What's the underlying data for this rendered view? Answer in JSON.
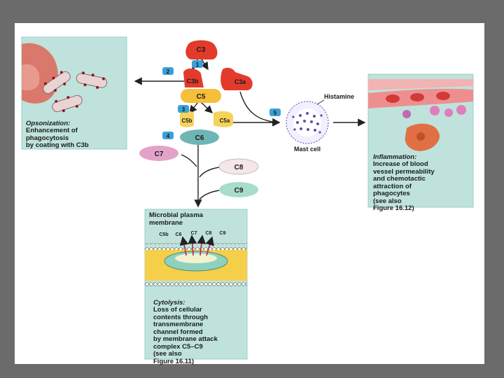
{
  "components": {
    "c3": "C3",
    "c3b": "C3b",
    "c3a": "C3a",
    "c5": "C5",
    "c5b": "C5b",
    "c5a": "C5a",
    "c6": "C6",
    "c7": "C7",
    "c8": "C8",
    "c9": "C9"
  },
  "steps": [
    "1",
    "2",
    "3",
    "4",
    "5"
  ],
  "opsonization": {
    "title": "Opsonization:",
    "text": "Enhancement of\nphagocytosis\nby coating with C3b"
  },
  "inflammation": {
    "title": "Inflammation:",
    "text": "Increase of blood\nvessel permeability\nand chemotactic\nattraction of\nphagocytes\n(see also\nFigure 16.12)"
  },
  "cytolysis": {
    "header": "Microbial plasma\nmembrane",
    "title": "Cytolysis:",
    "text": "Loss of cellular\ncontents through\ntransmembrane\nchannel formed\nby membrane attack\ncomplex C5–C9\n(see also\nFigure 16.11)",
    "complex_labels": [
      "C5b",
      "C6",
      "C7",
      "C8",
      "C9"
    ]
  },
  "mast_cell": {
    "label": "Mast cell",
    "histamine": "Histamine"
  },
  "colors": {
    "slide_bg": "#6b6b6b",
    "panel": "#bfe3dc",
    "c3": "#e33b2b",
    "c5": "#f5bf3a",
    "c6": "#6fb5b5",
    "c7": "#e3a3c8",
    "c8": "#f5e6ea",
    "c9": "#a8dccd",
    "step": "#3aa0d6"
  }
}
